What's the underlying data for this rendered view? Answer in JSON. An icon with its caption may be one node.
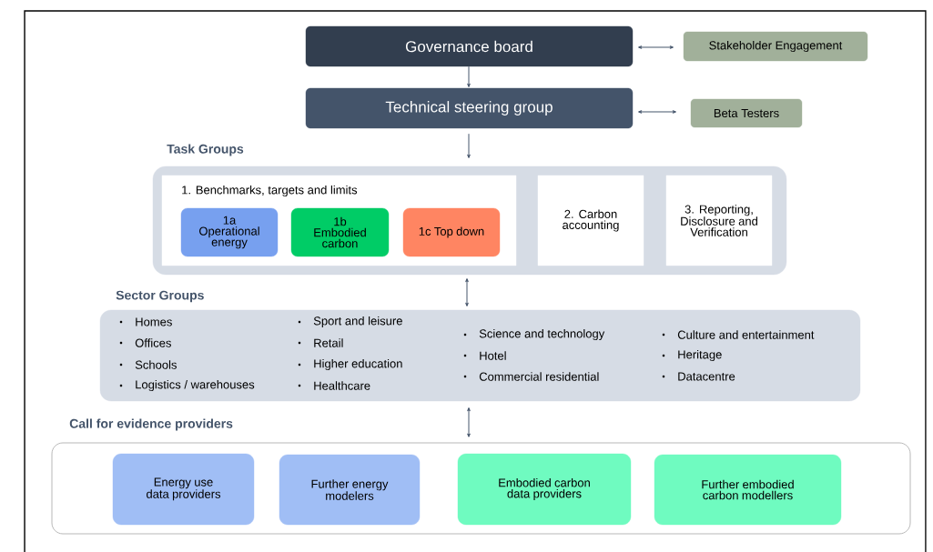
{
  "diagram": {
    "nodes": [
      {
        "text": [
          "Governance board"
        ]
      },
      {
        "text": [
          "Stakeholder Engagement"
        ]
      },
      {
        "text": [
          "Technical steering group"
        ]
      },
      {
        "text": [
          "Beta Testers"
        ]
      },
      {
        "text": [
          "Task Groups"
        ]
      },
      {
        "text": [
          "1. Benchmarks, targets and limits"
        ],
        "in": 4
      },
      {
        "text": [
          "1a Operational energy"
        ],
        "in": 5
      },
      {
        "text": [
          "1b Embodied carbon"
        ],
        "in": 5
      },
      {
        "text": [
          "1c Top down"
        ],
        "in": 5
      },
      {
        "text": [
          "2. Carbon accounting"
        ],
        "in": 4
      },
      {
        "text": [
          "3. Reporting, Disclosure and Verification"
        ],
        "in": 4
      },
      {
        "text": [
          "Sector Groups",
          "Homes",
          "Offices",
          "Schools",
          "Logistics / warehouses",
          "Sport and leisure",
          "Retail",
          "Higher education",
          "Healthcare",
          "Science and technology",
          "Hotel",
          "Commercial residential",
          "Culture and entertainment",
          "Heritage",
          "Datacentre"
        ]
      },
      {
        "text": [
          "Call for evidence providers"
        ]
      },
      {
        "text": [
          "Energy use data providers"
        ],
        "in": 12
      },
      {
        "text": [
          "Further energy modelers"
        ],
        "in": 12
      },
      {
        "text": [
          "Embodied carbon data providers"
        ],
        "in": 12
      },
      {
        "text": [
          "Further embodied carbon modellers"
        ],
        "in": 12
      }
    ],
    "edges": [
      {
        "from": 0,
        "to": 1,
        "arrow": "both"
      },
      {
        "from": 0,
        "to": 2,
        "arrow": "to"
      },
      {
        "from": 2,
        "to": 3,
        "arrow": "both"
      },
      {
        "from": 2,
        "to": 4,
        "arrow": "to"
      },
      {
        "from": 4,
        "to": 11,
        "arrow": "both"
      },
      {
        "from": 11,
        "to": 12,
        "arrow": "both"
      }
    ]
  }
}
